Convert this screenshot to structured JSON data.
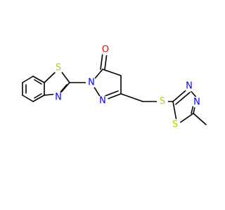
{
  "molecule": {
    "atoms": {
      "s_benzothiazole": {
        "label": "S",
        "color": "#c6c600"
      },
      "n_benzothiazole": {
        "label": "N",
        "color": "#0000ff"
      },
      "n1_pyrazolone": {
        "label": "N",
        "color": "#0000ff"
      },
      "n2_pyrazolone": {
        "label": "N",
        "color": "#0000ff"
      },
      "o_carbonyl": {
        "label": "O",
        "color": "#ff0000"
      },
      "s_thioether": {
        "label": "S",
        "color": "#c6c600"
      },
      "n3_thiadiazole": {
        "label": "N",
        "color": "#0000ff"
      },
      "n4_thiadiazole": {
        "label": "N",
        "color": "#0000ff"
      },
      "s_thiadiazole": {
        "label": "S",
        "color": "#c6c600"
      }
    },
    "bond_color": "#000000"
  }
}
